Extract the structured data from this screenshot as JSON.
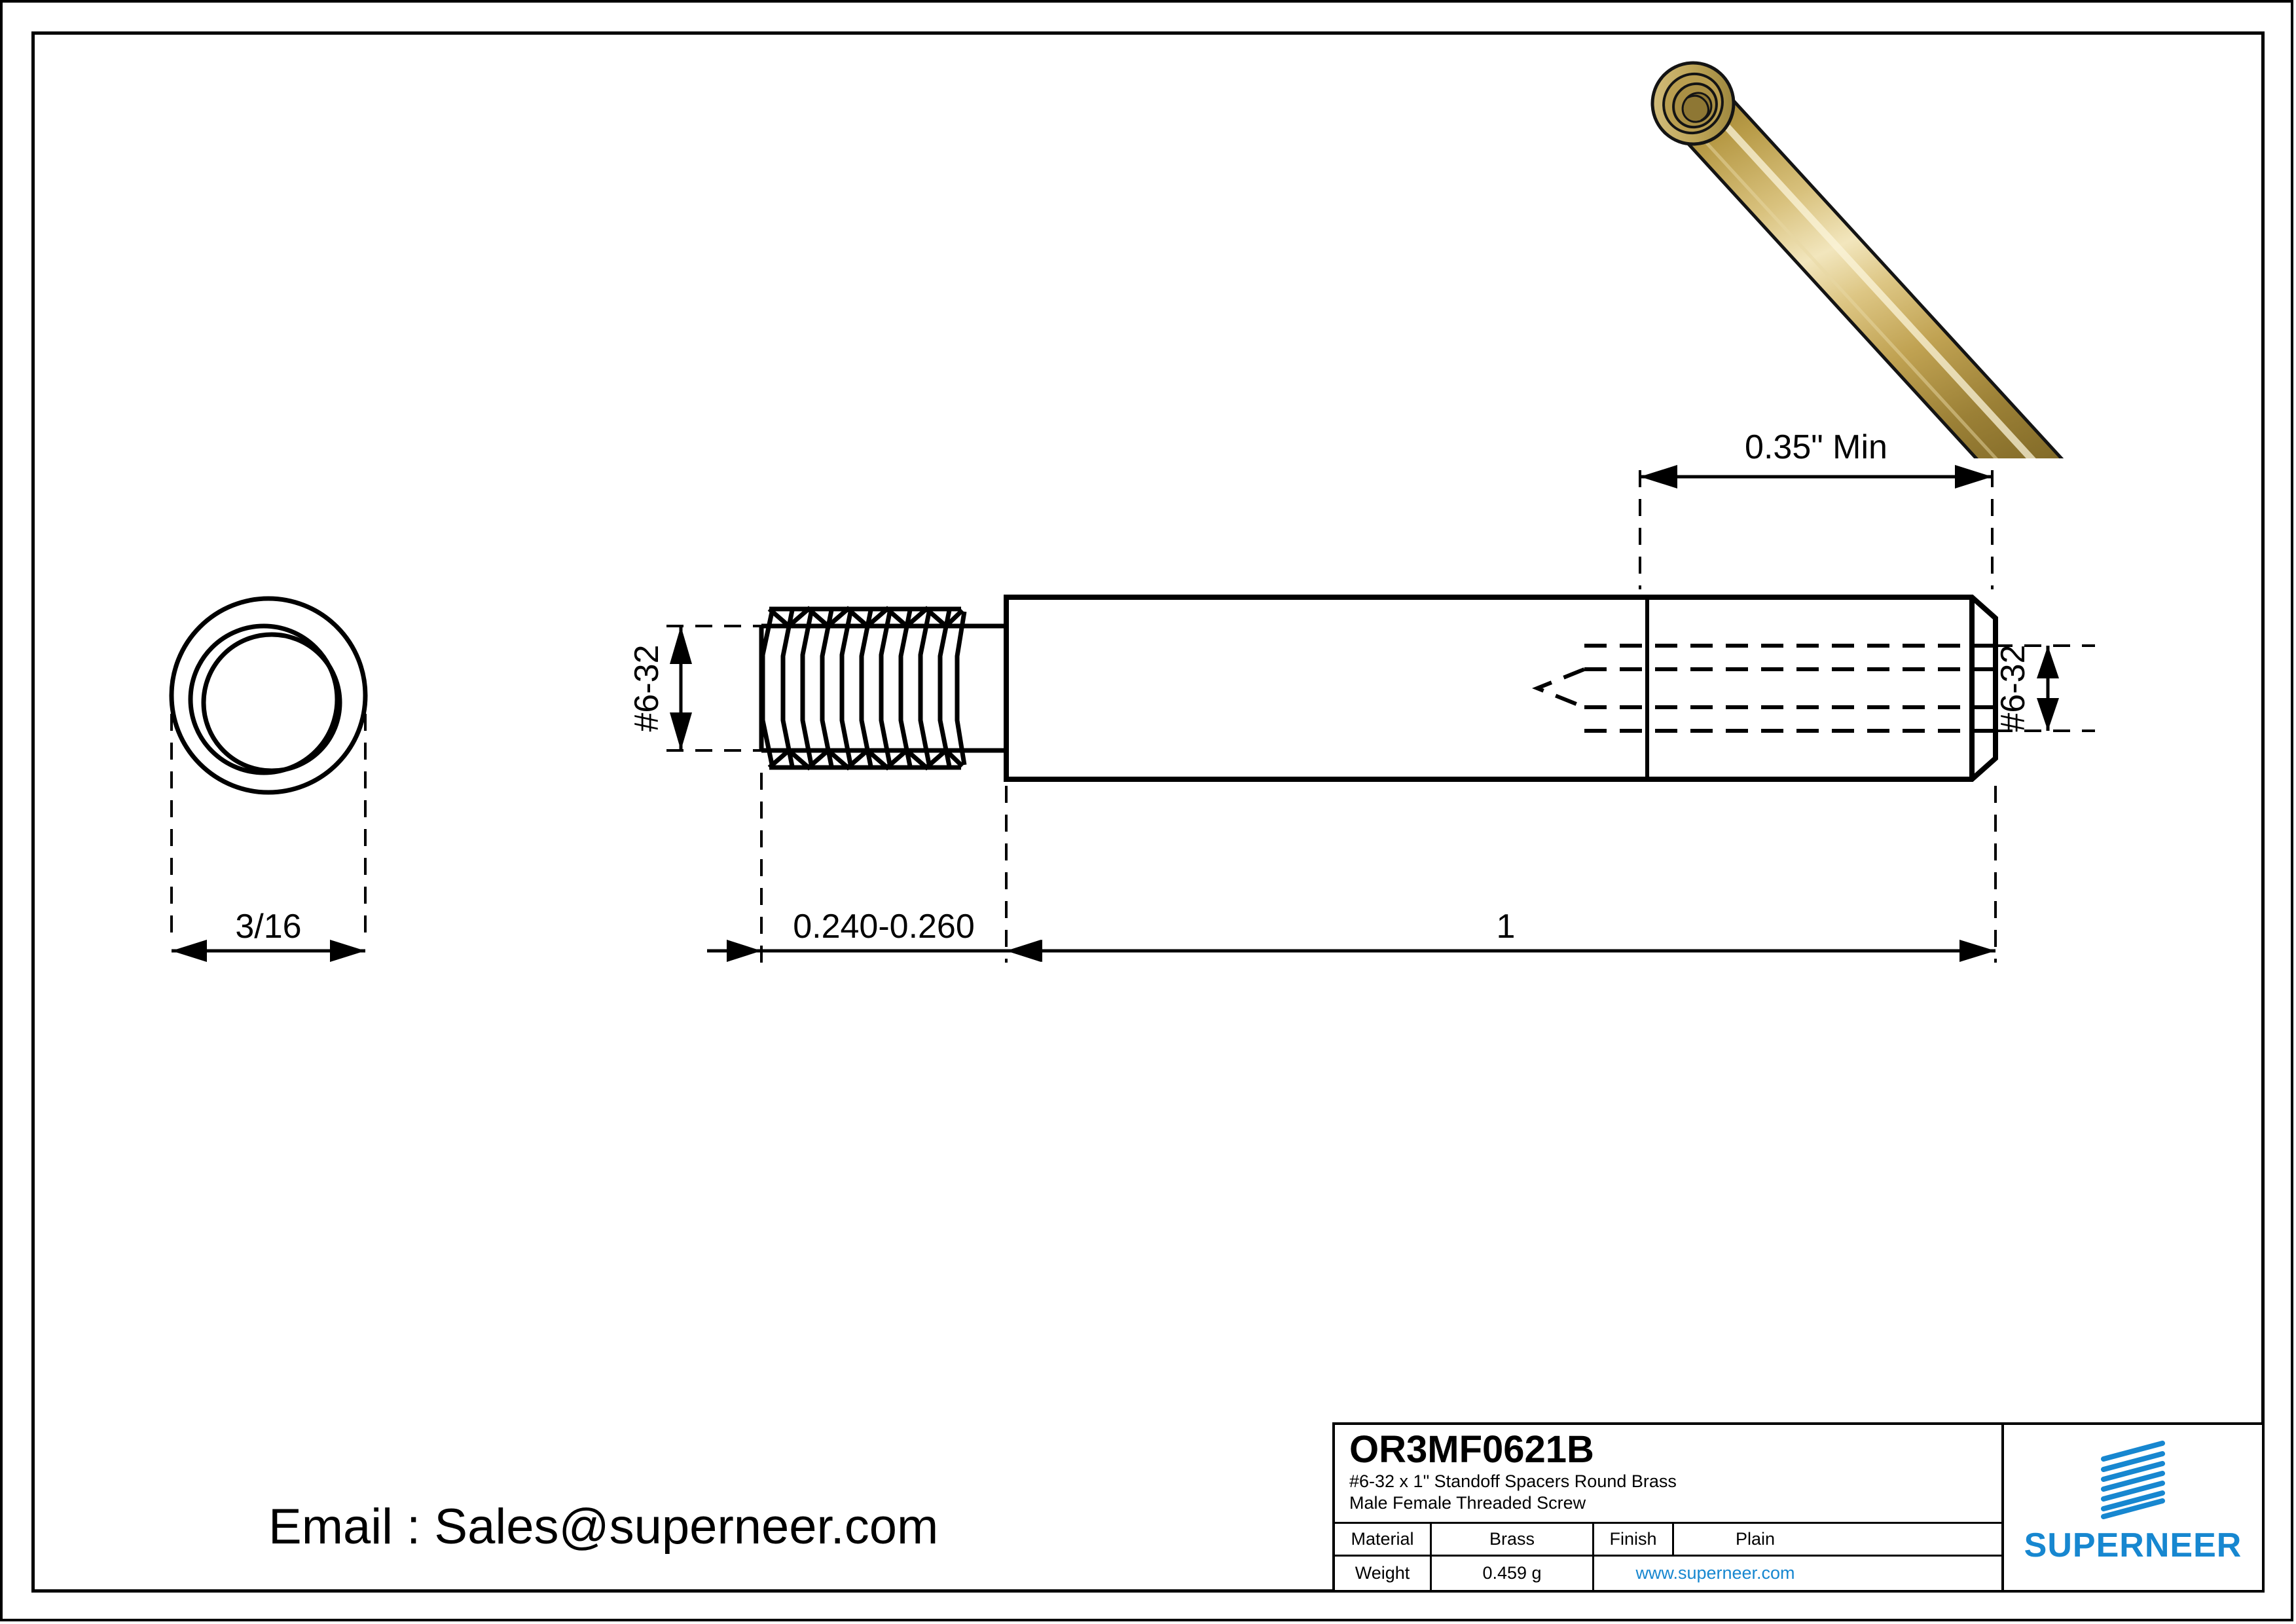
{
  "document": {
    "type": "engineering-drawing",
    "background": "#ffffff",
    "line_color": "#000000",
    "accent_color": "#1787d0",
    "brass_color": "#c9a34a"
  },
  "contact": {
    "email_line": "Email : Sales@superneer.com"
  },
  "title_block": {
    "part_number": "OR3MF0621B",
    "description_line1": "#6-32 x 1\" Standoff Spacers Round Brass",
    "description_line2": "Male Female Threaded Screw",
    "material_label": "Material",
    "material_value": "Brass",
    "finish_label": "Finish",
    "finish_value": "Plain",
    "weight_label": "Weight",
    "weight_value": "0.459 g",
    "website": "www.superneer.com",
    "logo_text": "SUPERNEER"
  },
  "dimensions": {
    "end_view_diameter": "3/16",
    "thread_callout_left": "#6-32",
    "thread_callout_right": "#6-32",
    "male_thread_length": "0.240-0.260",
    "body_length": "1",
    "female_thread_depth": "0.35\" Min"
  },
  "views": {
    "end_view_name": "end-view",
    "side_view_name": "side-view",
    "iso_view_name": "isometric-render"
  }
}
